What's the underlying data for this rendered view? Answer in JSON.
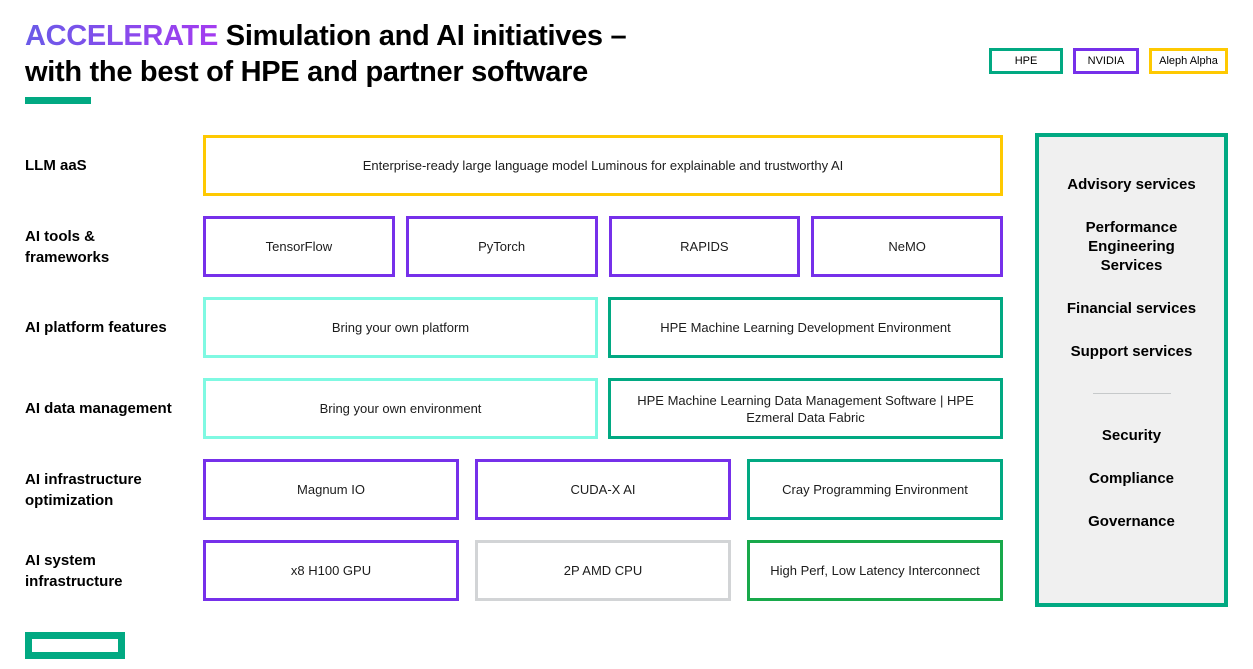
{
  "title": {
    "highlight": "ACCELERATE",
    "line1_rest": " Simulation and AI initiatives –",
    "line2": "with the best of HPE and partner software"
  },
  "legend": {
    "items": [
      {
        "label": "HPE",
        "color": "hpe_green"
      },
      {
        "label": "NVIDIA",
        "color": "purple"
      },
      {
        "label": "Aleph Alpha",
        "color": "yellow"
      }
    ]
  },
  "stack": {
    "rows": [
      {
        "label": "LLM aaS",
        "boxes": [
          {
            "text": "Enterprise-ready large language model Luminous for explainable and trustworthy AI",
            "color": "yellow"
          }
        ]
      },
      {
        "label": "AI tools & frameworks",
        "boxes": [
          {
            "text": "TensorFlow",
            "color": "purple"
          },
          {
            "text": "PyTorch",
            "color": "purple"
          },
          {
            "text": "RAPIDS",
            "color": "purple"
          },
          {
            "text": "NeMO",
            "color": "purple"
          }
        ]
      },
      {
        "label": "AI platform features",
        "boxes": [
          {
            "text": "Bring your own platform",
            "color": "light_teal"
          },
          {
            "text": "HPE Machine Learning Development Environment",
            "color": "hpe_green"
          }
        ]
      },
      {
        "label": "AI data management",
        "boxes": [
          {
            "text": "Bring your own environment",
            "color": "light_teal"
          },
          {
            "text": "HPE Machine Learning Data Management Software | HPE Ezmeral Data Fabric",
            "color": "hpe_green"
          }
        ]
      },
      {
        "label": "AI infrastructure optimization",
        "boxes": [
          {
            "text": "Magnum IO",
            "color": "purple"
          },
          {
            "text": "CUDA-X AI",
            "color": "purple"
          },
          {
            "text": "Cray Programming Environment",
            "color": "hpe_green"
          }
        ]
      },
      {
        "label": "AI system infrastructure",
        "boxes": [
          {
            "text": "x8 H100 GPU",
            "color": "purple"
          },
          {
            "text": "2P AMD CPU",
            "color": "gray"
          },
          {
            "text": "High Perf, Low Latency Interconnect",
            "color": "bright_green"
          }
        ]
      }
    ]
  },
  "services_panel": {
    "groups": [
      [
        "Advisory services",
        "Performance Engineering Services",
        "Financial services",
        "Support services"
      ],
      [
        "Security",
        "Compliance",
        "Governance"
      ]
    ]
  },
  "colors": {
    "hpe_green": "#01A982",
    "bright_green": "#18A94B",
    "purple": "#7630EA",
    "light_teal": "#7FF9E2",
    "yellow": "#FEC901",
    "gray": "#D2D4D6",
    "panel_bg": "#F0F0F0",
    "divider_gray": "#C6C9CA",
    "title_gradient_start": "#6A5BE8",
    "title_gradient_end": "#A43BF0"
  }
}
